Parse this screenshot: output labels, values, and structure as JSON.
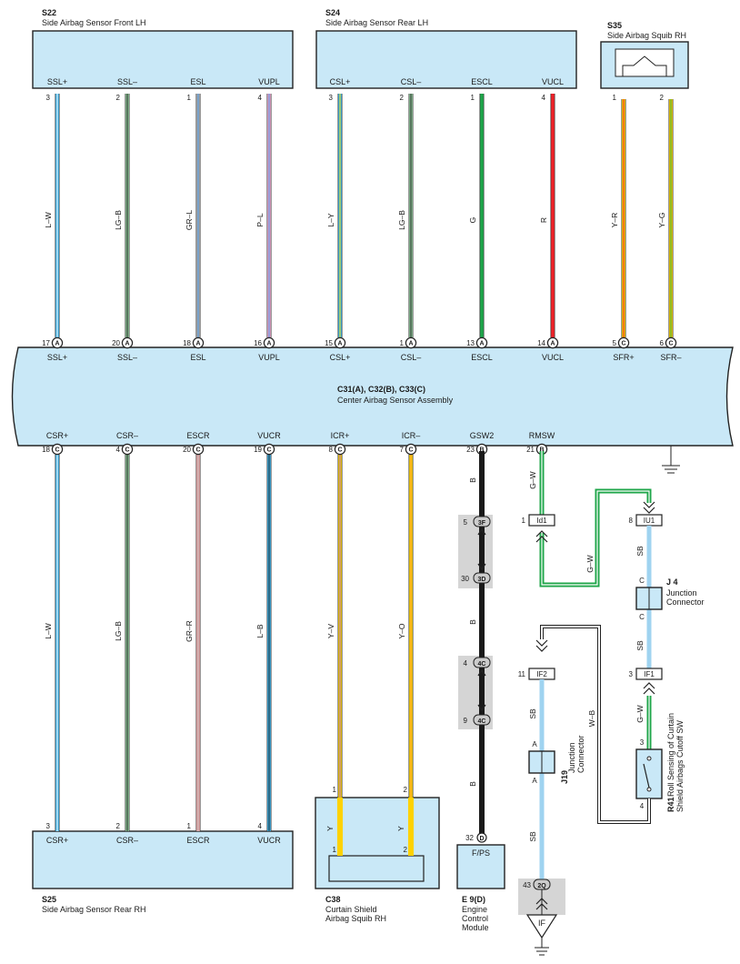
{
  "components": {
    "s22": {
      "code": "S22",
      "name": "Side Airbag Sensor Front LH"
    },
    "s24": {
      "code": "S24",
      "name": "Side Airbag Sensor Rear LH"
    },
    "s35": {
      "code": "S35",
      "name": "Side Airbag Squib RH"
    },
    "center": {
      "code": "C31(A), C32(B), C33(C)",
      "name": "Center Airbag Sensor Assembly"
    },
    "s25": {
      "code": "S25",
      "name": "Side Airbag Sensor Rear RH"
    },
    "c38": {
      "code": "C38",
      "name_line1": "Curtain Shield",
      "name_line2": "Airbag Squib RH"
    },
    "e9": {
      "code": "E 9(D)",
      "name_line1": "Engine",
      "name_line2": "Control",
      "name_line3": "Module",
      "pin_label": "F/PS"
    },
    "j4": {
      "code": "J 4",
      "name_line1": "Junction",
      "name_line2": "Connector"
    },
    "j19": {
      "code": "J19",
      "name_line1": "Junction",
      "name_line2": "Connector"
    },
    "r41": {
      "code": "R41",
      "name_line1": "Roll Sensing of Curtain",
      "name_line2": "Shield Airbags Cutoff SW"
    }
  },
  "top_wires": [
    {
      "id": "ssl_p",
      "top_label": "SSL+",
      "top_pin": "3",
      "wire": "L–W",
      "ecu_pin": "17",
      "conn": "A",
      "ecu_label": "SSL+",
      "color": "#3bb3ea",
      "stripe": "#ffffff"
    },
    {
      "id": "ssl_m",
      "top_label": "SSL–",
      "top_pin": "2",
      "wire": "LG–B",
      "ecu_pin": "20",
      "conn": "A",
      "ecu_label": "SSL–",
      "color": "#8fc99a",
      "stripe": "#222222"
    },
    {
      "id": "esl",
      "top_label": "ESL",
      "top_pin": "1",
      "wire": "GR–L",
      "ecu_pin": "18",
      "conn": "A",
      "ecu_label": "ESL",
      "color": "#b4b4b4",
      "stripe": "#3b8ee0"
    },
    {
      "id": "vupl",
      "top_label": "VUPL",
      "top_pin": "4",
      "wire": "P–L",
      "ecu_pin": "16",
      "conn": "A",
      "ecu_label": "VUPL",
      "color": "#f4a9d0",
      "stripe": "#3b8ee0"
    },
    {
      "id": "csl_p",
      "top_label": "CSL+",
      "top_pin": "3",
      "wire": "L–Y",
      "ecu_pin": "15",
      "conn": "A",
      "ecu_label": "CSL+",
      "color": "#3bb3ea",
      "stripe": "#ffe600"
    },
    {
      "id": "csl_m",
      "top_label": "CSL–",
      "top_pin": "2",
      "wire": "LG–B",
      "ecu_pin": "1",
      "conn": "A",
      "ecu_label": "CSL–",
      "color": "#8fc99a",
      "stripe": "#222222"
    },
    {
      "id": "escl",
      "top_label": "ESCL",
      "top_pin": "1",
      "wire": "G",
      "ecu_pin": "13",
      "conn": "A",
      "ecu_label": "ESCL",
      "color": "#1fa64a",
      "stripe": ""
    },
    {
      "id": "vucl",
      "top_label": "VUCL",
      "top_pin": "4",
      "wire": "R",
      "ecu_pin": "14",
      "conn": "A",
      "ecu_label": "VUCL",
      "color": "#ee2229",
      "stripe": ""
    },
    {
      "id": "sfr_p",
      "top_label": "",
      "top_pin": "1",
      "wire": "Y–R",
      "ecu_pin": "5",
      "conn": "C",
      "ecu_label": "SFR+",
      "color": "#ffd200",
      "stripe": "#ee2229"
    },
    {
      "id": "sfr_m",
      "top_label": "",
      "top_pin": "2",
      "wire": "Y–G",
      "ecu_pin": "6",
      "conn": "C",
      "ecu_label": "SFR–",
      "color": "#ffd200",
      "stripe": "#1fa64a"
    }
  ],
  "bottom_wires": [
    {
      "id": "csr_p",
      "ecu_label": "CSR+",
      "ecu_pin": "18",
      "conn": "C",
      "wire": "L–W",
      "bot_pin": "3",
      "bot_label": "CSR+"
    },
    {
      "id": "csr_m",
      "ecu_label": "CSR–",
      "ecu_pin": "4",
      "conn": "C",
      "wire": "LG–B",
      "bot_pin": "2",
      "bot_label": "CSR–"
    },
    {
      "id": "escr",
      "ecu_label": "ESCR",
      "ecu_pin": "20",
      "conn": "C",
      "wire": "GR–R",
      "bot_pin": "1",
      "bot_label": "ESCR"
    },
    {
      "id": "vucr",
      "ecu_label": "VUCR",
      "ecu_pin": "19",
      "conn": "C",
      "wire": "L–B",
      "bot_pin": "4",
      "bot_label": "VUCR"
    },
    {
      "id": "icr_p",
      "ecu_label": "ICR+",
      "ecu_pin": "8",
      "conn": "C",
      "wire": "Y–V",
      "bot_pin": "1",
      "inner_wire": "Y",
      "inner_pin": "1"
    },
    {
      "id": "icr_m",
      "ecu_label": "ICR–",
      "ecu_pin": "7",
      "conn": "C",
      "wire": "Y–O",
      "bot_pin": "2",
      "inner_wire": "Y",
      "inner_pin": "2"
    },
    {
      "id": "gsw2",
      "ecu_label": "GSW2",
      "ecu_pin": "23",
      "conn": "B",
      "wire": "B"
    },
    {
      "id": "rmsw",
      "ecu_label": "RMSW",
      "ecu_pin": "21",
      "conn": "B",
      "wire": "G–W"
    }
  ],
  "gsw2_path": {
    "conn1_pin": "5",
    "conn1": "3F",
    "conn2_pin": "30",
    "conn2": "3D",
    "wire_mid": "B",
    "conn3_pin": "4",
    "conn3": "4C",
    "conn4_pin": "9",
    "conn4": "4C",
    "wire_low": "B",
    "ecm_pin": "32",
    "ecm_conn": "D"
  },
  "rmsw_path": {
    "id1_pin": "1",
    "id1": "Id1",
    "wire_gw2": "G–W",
    "iu1_pin": "8",
    "iu1": "IU1",
    "wire_sb1": "SB",
    "j4_top": "C",
    "j4_bot": "C",
    "wire_sb2": "SB",
    "if1_pin": "3",
    "if1": "IF1",
    "wire_gw3": "G–W",
    "r41_pin_top": "3",
    "r41_pin_bot": "4",
    "wire_wb": "W–B",
    "if2_pin": "11",
    "if2": "IF2",
    "wire_sb3": "SB",
    "j19_top": "A",
    "j19_bot": "A",
    "wire_sb4": "SB",
    "gnd_pin": "43",
    "gnd_conn": "2Q",
    "gnd_label": "IF"
  }
}
